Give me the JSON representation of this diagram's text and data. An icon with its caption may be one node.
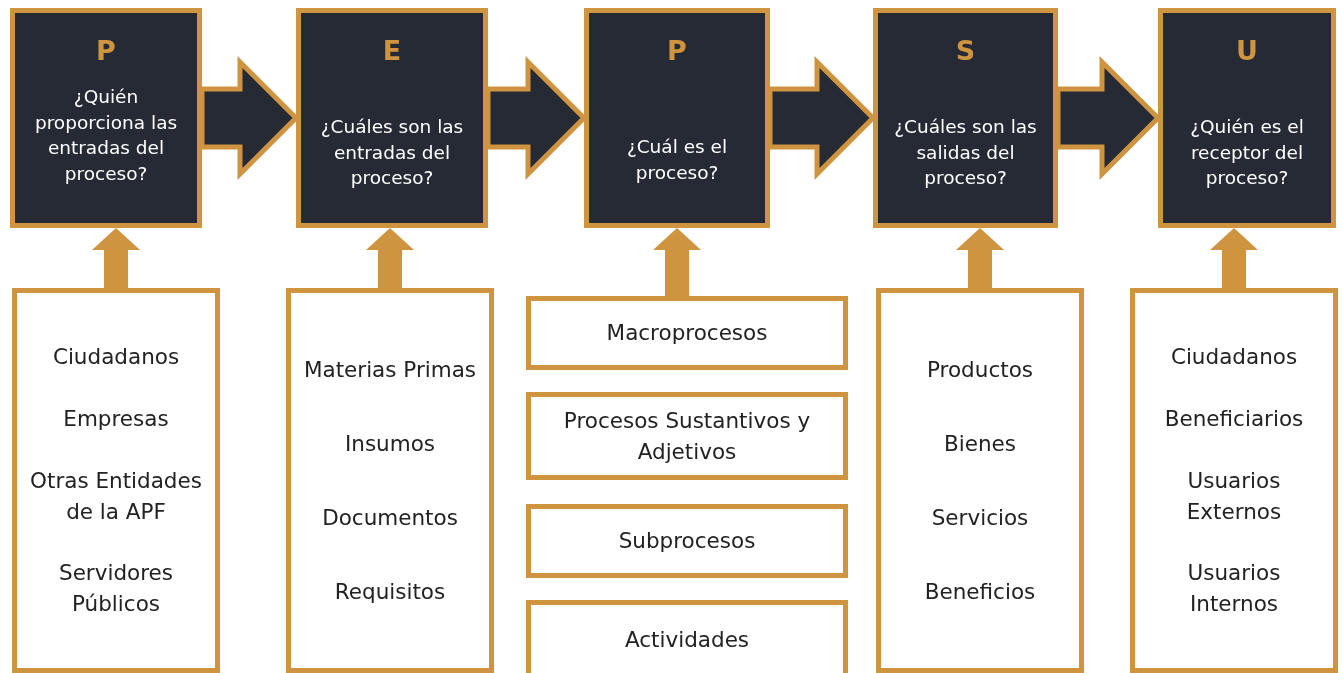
{
  "diagram": {
    "nodes": [
      {
        "text": [
          "P",
          "¿Quién proporciona las entradas del proceso?"
        ]
      },
      {
        "text": [
          "E",
          "¿Cuáles son las entradas del proceso?"
        ]
      },
      {
        "text": [
          "P",
          "¿Cuál es el proceso?"
        ]
      },
      {
        "text": [
          "S",
          "¿Cuáles son las salidas del proceso?"
        ]
      },
      {
        "text": [
          "U",
          "¿Quién es el receptor del proceso?"
        ]
      },
      {
        "text": [
          "Ciudadanos",
          "Empresas",
          "Otras Entidades de la APF",
          "Servidores Públicos"
        ]
      },
      {
        "text": [
          "Materias Primas",
          "Insumos",
          "Documentos",
          "Requisitos"
        ]
      },
      {
        "text": [
          "Macroprocesos"
        ]
      },
      {
        "text": [
          "Procesos Sustantivos y Adjetivos"
        ]
      },
      {
        "text": [
          "Subprocesos"
        ]
      },
      {
        "text": [
          "Actividades"
        ]
      },
      {
        "text": [
          "Productos",
          "Bienes",
          "Servicios",
          "Beneficios"
        ]
      },
      {
        "text": [
          "Ciudadanos",
          "Beneficiarios",
          "Usuarios Externos",
          "Usuarios Internos"
        ]
      }
    ],
    "edges": [
      {
        "from": 0,
        "to": 1,
        "arrow": "to",
        "style": "thick",
        "color": "#252a34"
      },
      {
        "from": 1,
        "to": 2,
        "arrow": "to",
        "style": "thick",
        "color": "#252a34"
      },
      {
        "from": 2,
        "to": 3,
        "arrow": "to",
        "style": "thick",
        "color": "#252a34"
      },
      {
        "from": 3,
        "to": 4,
        "arrow": "to",
        "style": "thick",
        "color": "#252a34"
      },
      {
        "from": 5,
        "to": 0,
        "arrow": "to",
        "style": "thick"
      },
      {
        "from": 6,
        "to": 1,
        "arrow": "to",
        "style": "thick"
      },
      {
        "from": 7,
        "to": 2,
        "arrow": "to",
        "style": "thick"
      },
      {
        "from": 11,
        "to": 3,
        "arrow": "to",
        "style": "thick"
      },
      {
        "from": 12,
        "to": 4,
        "arrow": "to",
        "style": "thick"
      }
    ]
  }
}
